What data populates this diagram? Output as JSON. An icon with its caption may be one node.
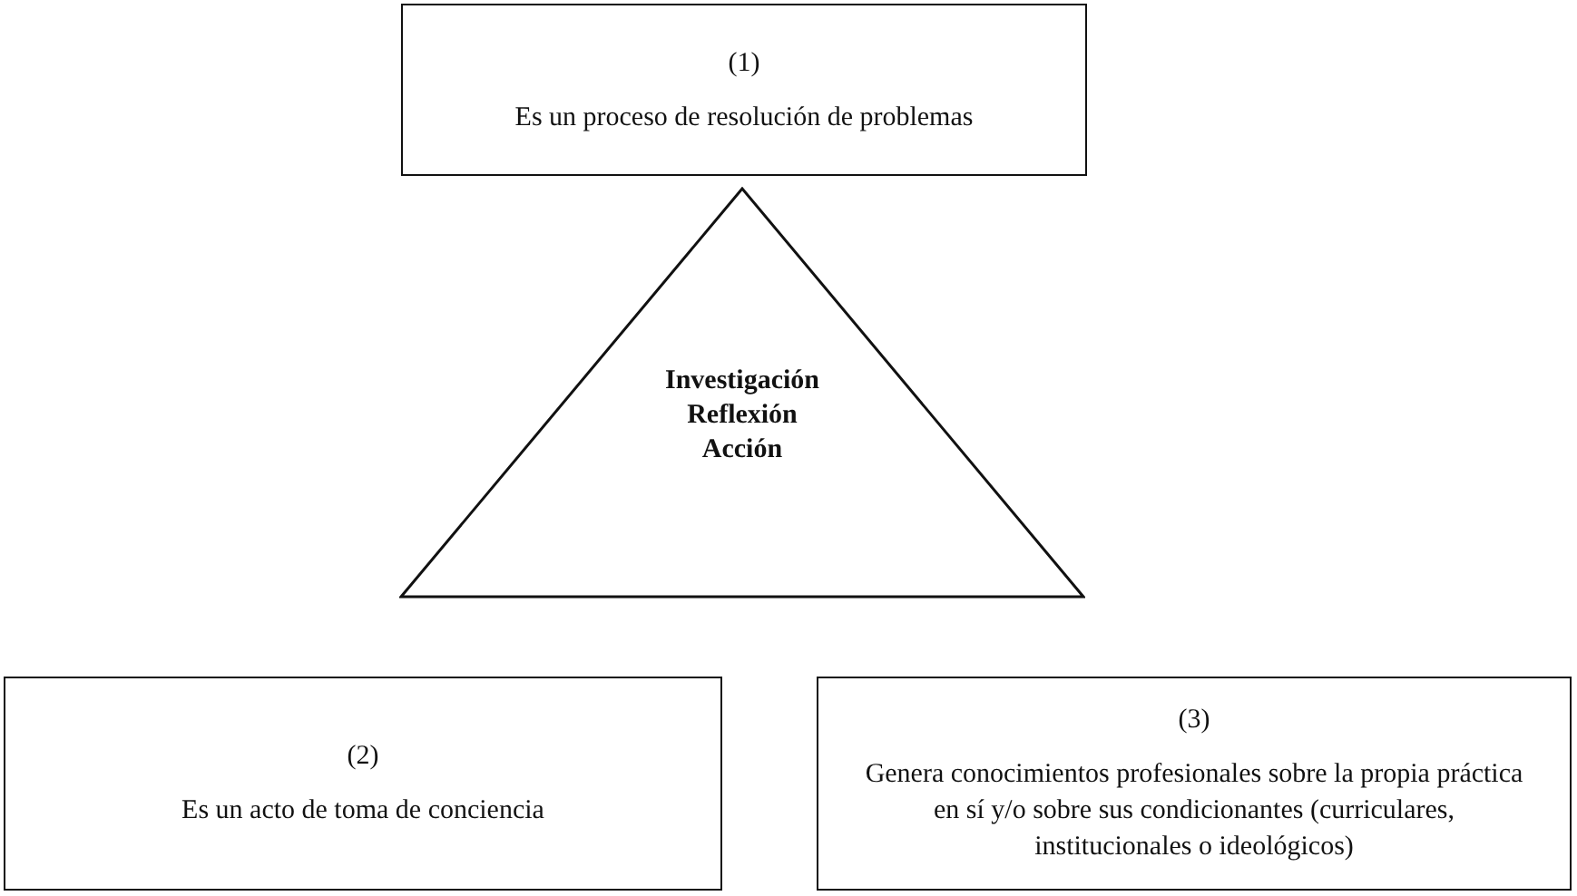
{
  "diagram": {
    "nodes": [
      {
        "text": [
          "(1)",
          "Es un proceso de resolución de problemas"
        ]
      },
      {
        "text": [
          "Investigación",
          "Reflexión",
          "Acción"
        ]
      },
      {
        "text": [
          "(2)",
          "Es un acto de toma de conciencia"
        ]
      },
      {
        "text": [
          "(3)",
          "Genera conocimientos profesionales sobre la propia práctica en sí y/o sobre sus condicionantes (curriculares, institucionales o ideológicos)"
        ]
      }
    ]
  }
}
